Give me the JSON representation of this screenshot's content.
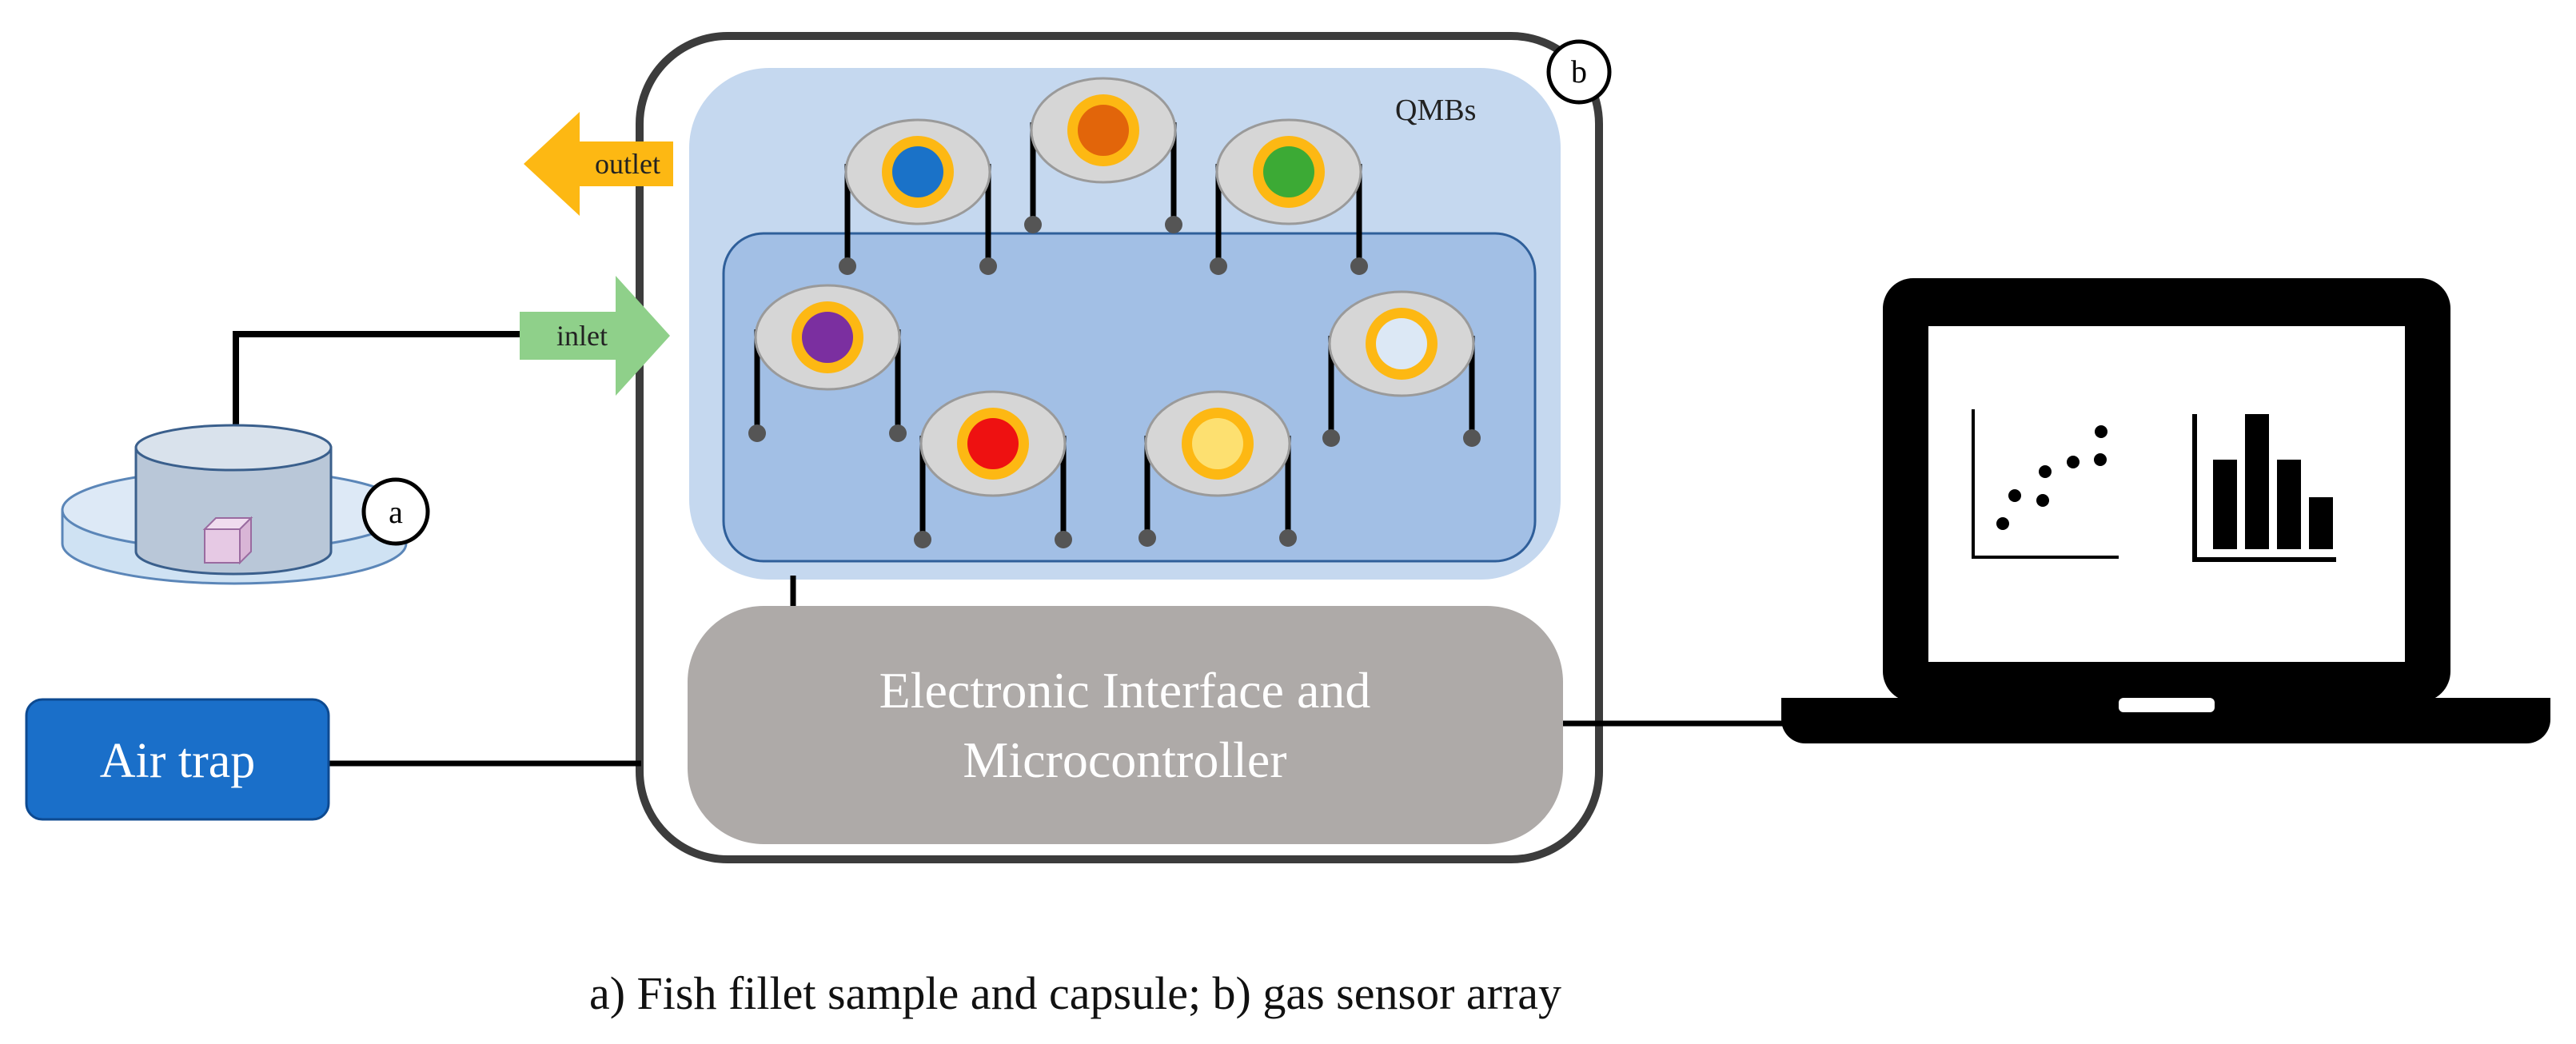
{
  "labels": {
    "outlet": "outlet",
    "inlet": "inlet",
    "qmbs": "QMBs",
    "marker_a": "a",
    "marker_b": "b",
    "air_trap": "Air trap",
    "electronics_line1": "Electronic Interface and",
    "electronics_line2": "Microcontroller",
    "caption": "a) Fish fillet sample and capsule; b) gas sensor array"
  },
  "sensors": [
    {
      "name": "sensor-blue",
      "color": "#1a72c8"
    },
    {
      "name": "sensor-orange",
      "color": "#e2650a"
    },
    {
      "name": "sensor-green",
      "color": "#3caa35"
    },
    {
      "name": "sensor-purple",
      "color": "#7b2fa0"
    },
    {
      "name": "sensor-light-blue",
      "color": "#dce8f5"
    },
    {
      "name": "sensor-red",
      "color": "#ee1111"
    },
    {
      "name": "sensor-light-yellow",
      "color": "#fde070"
    }
  ],
  "colors": {
    "ring": "#fdb813",
    "outlet_arrow": "#fdb813",
    "inlet_arrow": "#8fd08a",
    "outer_chamber": "#c5d8ef",
    "inner_chamber": "#a2bfe5",
    "air_trap": "#1a6fc9",
    "electronics": "#aeaaa8",
    "laptop": "#000000"
  },
  "icons": {
    "screen_left": "scatter-plot-icon",
    "screen_right": "bar-chart-icon"
  }
}
